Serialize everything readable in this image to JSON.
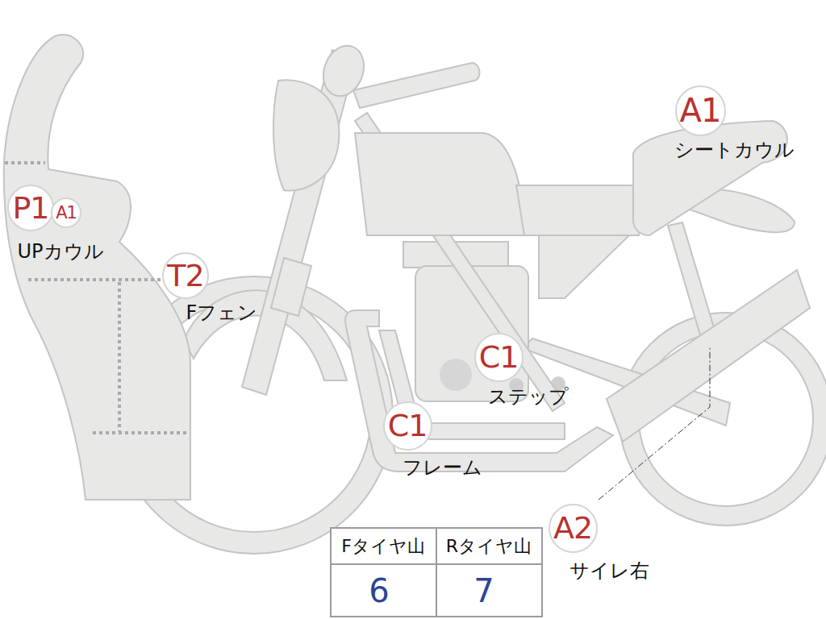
{
  "diagram": {
    "nodes": [
      {
        "text": [
          "P1"
        ]
      },
      {
        "text": [
          "A1"
        ]
      },
      {
        "text": [
          "T2"
        ]
      },
      {
        "text": [
          "A1"
        ]
      },
      {
        "text": [
          "C1"
        ]
      },
      {
        "text": [
          "C1"
        ]
      },
      {
        "text": [
          "A2"
        ]
      }
    ],
    "labels": [
      "UPカウル",
      "Fフェン",
      "シートカウル",
      "ステップ",
      "フレーム",
      "サイレ右",
      "Fタイヤ山",
      "Rタイヤ山",
      "6",
      "7"
    ]
  }
}
